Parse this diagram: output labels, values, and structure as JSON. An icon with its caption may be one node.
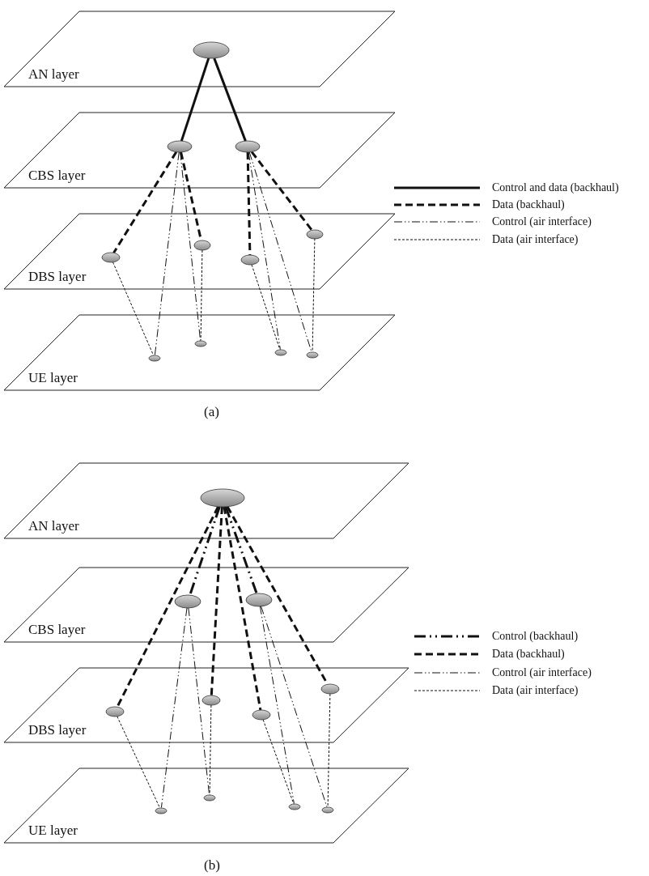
{
  "diagram": {
    "nodes": [
      {
        "text": [
          "AN layer"
        ]
      },
      {
        "text": [],
        "shape": "ellipse",
        "in": 0
      },
      {
        "text": [
          "CBS layer"
        ]
      },
      {
        "text": [],
        "shape": "ellipse",
        "in": 2
      },
      {
        "text": [],
        "shape": "ellipse",
        "in": 2
      },
      {
        "text": [
          "DBS layer"
        ]
      },
      {
        "text": [],
        "shape": "ellipse",
        "in": 5
      },
      {
        "text": [],
        "shape": "ellipse",
        "in": 5
      },
      {
        "text": [],
        "shape": "ellipse",
        "in": 5
      },
      {
        "text": [],
        "shape": "ellipse",
        "in": 5
      },
      {
        "text": [
          "UE layer"
        ]
      },
      {
        "text": [],
        "shape": "ellipse",
        "in": 10
      },
      {
        "text": [],
        "shape": "ellipse",
        "in": 10
      },
      {
        "text": [],
        "shape": "ellipse",
        "in": 10
      },
      {
        "text": [],
        "shape": "ellipse",
        "in": 10
      },
      {
        "text": [
          "AN layer"
        ]
      },
      {
        "text": [],
        "shape": "ellipse",
        "in": 15
      },
      {
        "text": [
          "CBS layer"
        ]
      },
      {
        "text": [],
        "shape": "ellipse",
        "in": 17
      },
      {
        "text": [],
        "shape": "ellipse",
        "in": 17
      },
      {
        "text": [
          "DBS layer"
        ]
      },
      {
        "text": [],
        "shape": "ellipse",
        "in": 20
      },
      {
        "text": [],
        "shape": "ellipse",
        "in": 20
      },
      {
        "text": [],
        "shape": "ellipse",
        "in": 20
      },
      {
        "text": [],
        "shape": "ellipse",
        "in": 20
      },
      {
        "text": [
          "UE layer"
        ]
      },
      {
        "text": [],
        "shape": "ellipse",
        "in": 25
      },
      {
        "text": [],
        "shape": "ellipse",
        "in": 25
      },
      {
        "text": [],
        "shape": "ellipse",
        "in": 25
      },
      {
        "text": [],
        "shape": "ellipse",
        "in": 25
      }
    ],
    "edges": [
      {
        "from": 1,
        "to": 3,
        "arrow": "none",
        "style": "thick"
      },
      {
        "from": 1,
        "to": 4,
        "arrow": "none",
        "style": "thick"
      },
      {
        "from": 3,
        "to": 6,
        "arrow": "none",
        "style": "dashed"
      },
      {
        "from": 3,
        "to": 7,
        "arrow": "none",
        "style": "dashed"
      },
      {
        "from": 4,
        "to": 8,
        "arrow": "none",
        "style": "dashed"
      },
      {
        "from": 4,
        "to": 9,
        "arrow": "none",
        "style": "dashed"
      },
      {
        "from": 3,
        "to": 11,
        "arrow": "none",
        "style": "dashed"
      },
      {
        "from": 3,
        "to": 12,
        "arrow": "none",
        "style": "dashed"
      },
      {
        "from": 4,
        "to": 13,
        "arrow": "none",
        "style": "dashed"
      },
      {
        "from": 4,
        "to": 14,
        "arrow": "none",
        "style": "dashed"
      },
      {
        "from": 6,
        "to": 11,
        "arrow": "none",
        "style": "dashed"
      },
      {
        "from": 7,
        "to": 12,
        "arrow": "none",
        "style": "dashed"
      },
      {
        "from": 8,
        "to": 13,
        "arrow": "none",
        "style": "dashed"
      },
      {
        "from": 9,
        "to": 14,
        "arrow": "none",
        "style": "dashed"
      },
      {
        "from": 16,
        "to": 18,
        "arrow": "none",
        "style": "dashed"
      },
      {
        "from": 16,
        "to": 19,
        "arrow": "none",
        "style": "dashed"
      },
      {
        "from": 16,
        "to": 21,
        "arrow": "none",
        "style": "dashed"
      },
      {
        "from": 16,
        "to": 22,
        "arrow": "none",
        "style": "dashed"
      },
      {
        "from": 16,
        "to": 23,
        "arrow": "none",
        "style": "dashed"
      },
      {
        "from": 16,
        "to": 24,
        "arrow": "none",
        "style": "dashed"
      },
      {
        "from": 18,
        "to": 26,
        "arrow": "none",
        "style": "dashed"
      },
      {
        "from": 18,
        "to": 27,
        "arrow": "none",
        "style": "dashed"
      },
      {
        "from": 19,
        "to": 28,
        "arrow": "none",
        "style": "dashed"
      },
      {
        "from": 19,
        "to": 29,
        "arrow": "none",
        "style": "dashed"
      },
      {
        "from": 21,
        "to": 26,
        "arrow": "none",
        "style": "dashed"
      },
      {
        "from": 22,
        "to": 27,
        "arrow": "none",
        "style": "dashed"
      },
      {
        "from": 23,
        "to": 28,
        "arrow": "none",
        "style": "dashed"
      },
      {
        "from": 24,
        "to": 29,
        "arrow": "none",
        "style": "dashed"
      }
    ],
    "labels": [
      "(a)",
      "(b)"
    ],
    "legend": [
      {
        "text": "Control and data (backhaul)"
      },
      {
        "text": "Data (backhaul)"
      },
      {
        "text": "Control (air interface)"
      },
      {
        "text": "Data (air interface)"
      },
      {
        "text": "Control (backhaul)"
      },
      {
        "text": "Data (backhaul)"
      },
      {
        "text": "Control (air interface)"
      },
      {
        "text": "Data (air interface)"
      }
    ]
  }
}
